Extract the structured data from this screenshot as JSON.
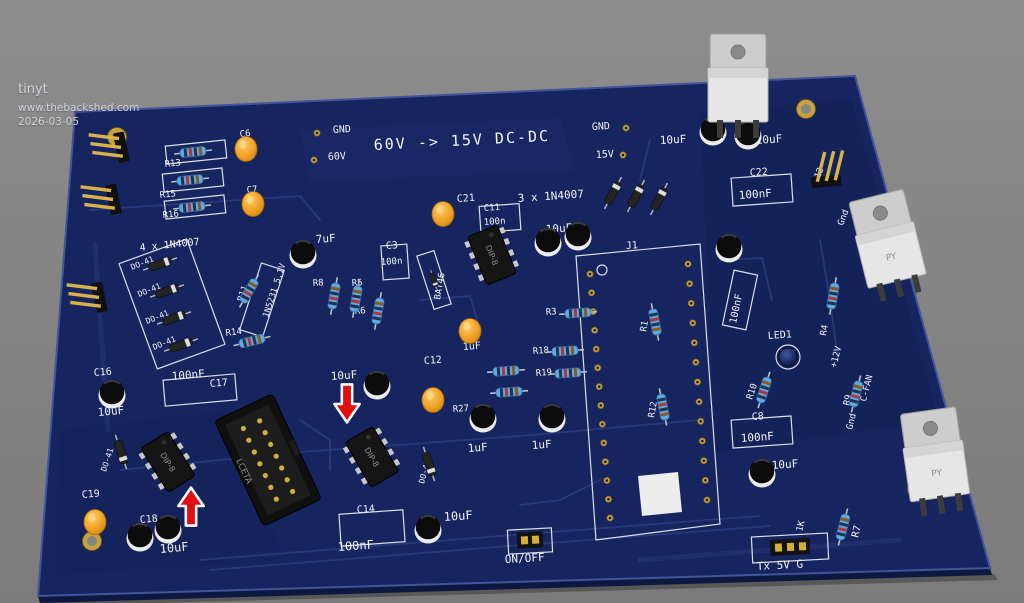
{
  "viewer": {
    "user": "tinyt",
    "website": "www.thebackshed.com",
    "date": "2026-03-05"
  },
  "colors": {
    "background": "#838383",
    "board_blue": "#16255f",
    "silkscreen_white": "#f4f4f4",
    "pad_gold": "#c9a23d",
    "capacitor_orange": "#f0a127",
    "resistor_blue": "#5fa8e2",
    "arrow_red": "#e01010"
  },
  "silk": {
    "title": "60V -> 15V DC-DC",
    "gnd_tl": "GND",
    "v60": "60V",
    "gnd_tr": "GND",
    "v15": "15V",
    "cap10uf_tr1": "10uF",
    "cap10uf_tr2": "10uF",
    "c22": "C22",
    "cap100nf_tr": "100nF",
    "d3x": "3 x 1N4007",
    "c21": "C21",
    "c11": "C11",
    "cap100n_c11": "100n",
    "cap10uf_mid": "10uF",
    "c3": "C3",
    "cap100n_c3": "100n",
    "cap47uf": "7uF",
    "bat46": "BAT46",
    "r8": "R8",
    "r5": "R5",
    "r6": "R6",
    "d4x": "4 x 1N4007",
    "do41_a": "DO-41",
    "do41_b": "DO-41",
    "do41_c": "DO-41",
    "do41_d": "DO-41",
    "do41_e": "DO-41",
    "do41_f": "DO-41",
    "zener": "1N5231 5.1V",
    "r11": "R11",
    "r14": "R14",
    "r13": "R13",
    "r15": "R15",
    "r16": "R16",
    "c6": "C6",
    "c7": "C7",
    "c16": "C16",
    "cap10uf_l": "10uF",
    "cap100nf_l": "100nF",
    "c17": "C17",
    "c19": "C19",
    "c18": "C18",
    "cap10uf_bl": "10uF",
    "dip8_left": "DIP-8",
    "dip8_mid": "DIP-8",
    "dip8_top": "DIP-8",
    "idc": "LCETA",
    "c14": "C14",
    "cap100nf_b": "100nF",
    "cap10uf_bm": "10uF",
    "r27": "R27",
    "cap1uf_a": "1uF",
    "cap1uf_b": "1uF",
    "cap1uf_c": "1uF",
    "c12": "C12",
    "cap10uf_m2": "10uF",
    "r3": "R3",
    "r18": "R18",
    "r19": "R19",
    "j1": "J1",
    "r1": "R1",
    "r12": "R12",
    "cap100nf_r1": "100nF",
    "led1": "LED1",
    "r10": "R10",
    "r4": "R4",
    "p12": "+12",
    "gnd_r1": "Gnd",
    "p12v": "+12V",
    "fan": "C-FAN",
    "gnd_r2": "Gnd",
    "r9": "R9",
    "c8": "C8",
    "cap100nf_r2": "100nF",
    "cap10uf_r": "10uF",
    "k1": "1K",
    "r7": "R7",
    "tx5vg": "Tx 5V G",
    "onoff": "ON/OFF",
    "py1": "PY",
    "py2": "PY"
  }
}
